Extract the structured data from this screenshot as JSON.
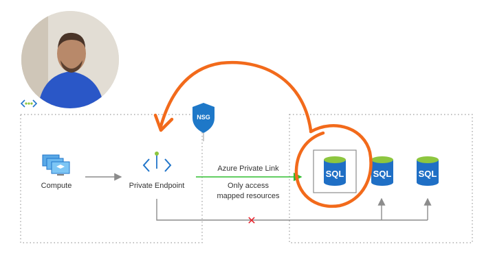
{
  "diagram": {
    "compute_label": "Compute",
    "endpoint_label": "Private Endpoint",
    "nsg_label": "NSG",
    "link_label": "Azure Private Link",
    "access_label_line1": "Only access",
    "access_label_line2": "mapped resources",
    "sql_labels": [
      "SQL",
      "SQL",
      "SQL"
    ],
    "blocked_mark": "✕"
  },
  "colors": {
    "orange_annotation": "#f26a1b",
    "green_link": "#2fbe2f",
    "gray_arrow": "#8c8c8c",
    "red_block": "#e8202a",
    "sql_blue": "#1f6fc5",
    "sql_top_green": "#8dc63f",
    "nsg_blue": "#1e78c8",
    "endpoint_blue": "#1f74c9",
    "vnet_green": "#8dc63f",
    "shirt_blue": "#2a57c7"
  }
}
